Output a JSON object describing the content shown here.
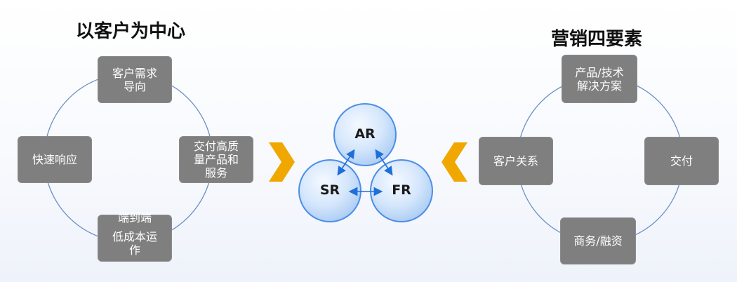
{
  "left": {
    "title": "以客户为中心",
    "top": "客户需求\n导向",
    "left": "快速响应",
    "right": "交付高质\n量产品和\n服务",
    "bottom_top": "端到端",
    "bottom": "低成本运\n作"
  },
  "center": {
    "ar": "AR",
    "sr": "SR",
    "fr": "FR"
  },
  "right": {
    "title": "营销四要素",
    "top": "产品/技术\n解决方案",
    "left": "客户关系",
    "right": "交付",
    "bottom": "商务/融资"
  },
  "colors": {
    "box_fill": "#7f7f7f",
    "ring_line": "#6b8fc4",
    "arrow": "#f0a800",
    "bubble_edge": "#4d8ee6",
    "bubble_fill": "#cfe2fb",
    "connector": "#1f6fd8"
  }
}
